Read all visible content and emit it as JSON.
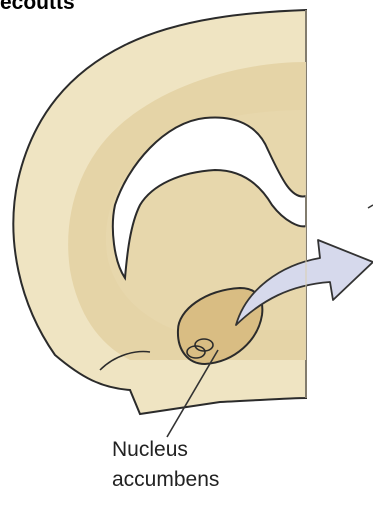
{
  "figure": {
    "title_fragment": "ecoutts",
    "structure_label": {
      "line1": "Nucleus",
      "line2": "accumbens"
    }
  },
  "colors": {
    "cortex_outer": "#efe4c2",
    "cortex_band": "#e5d4a7",
    "interior": "#e7d7ac",
    "nucleus_fill": "#d9bd83",
    "outline": "#2b2b2b",
    "arrow_fill": "#d6d9ec",
    "arrow_stroke": "#333333"
  },
  "icons": {
    "arrow": "curved-arrow-icon"
  }
}
